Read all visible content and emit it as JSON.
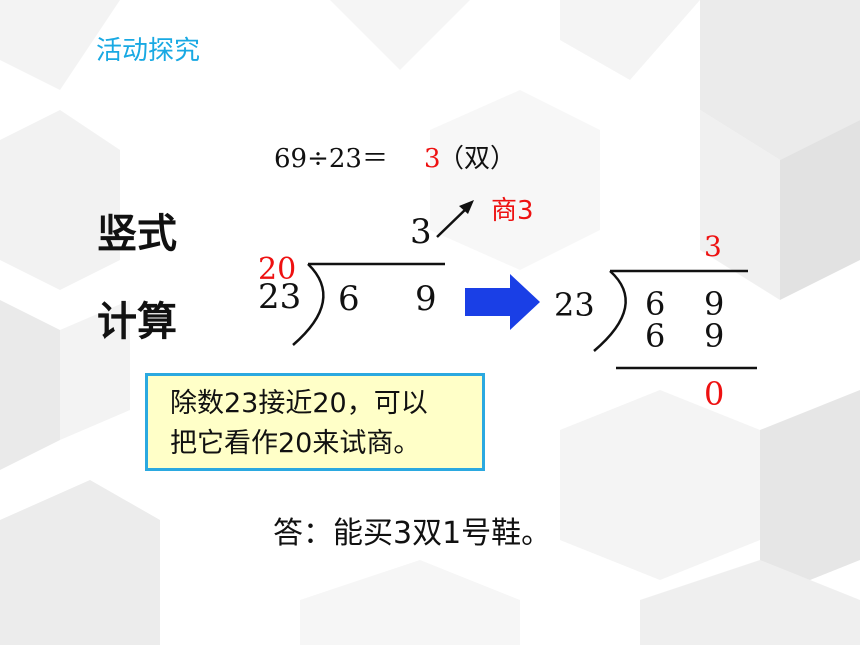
{
  "slide": {
    "title": "活动探究",
    "equation": {
      "left": "69÷23＝",
      "result": "3",
      "unit": "（双）"
    },
    "label_vertical": "竖式",
    "label_calc": "计算",
    "left_division": {
      "quotient": "3",
      "trial_note": "商3",
      "approx_divisor": "20",
      "divisor": "23",
      "dividend_tens": "6",
      "dividend_ones": "9"
    },
    "right_division": {
      "quotient": "3",
      "divisor": "23",
      "dividend_tens": "6",
      "dividend_ones": "9",
      "product_tens": "6",
      "product_ones": "9",
      "remainder": "0"
    },
    "hint_line1": "除数23接近20，可以",
    "hint_line2": "把它看作20来试商。",
    "answer": "答：能买3双1号鞋。",
    "colors": {
      "title": "#19a9e3",
      "highlight": "#ee1111",
      "arrow": "#1a3fe6",
      "hint_bg": "#ffffc8",
      "hint_border": "#2ba9e0"
    }
  }
}
